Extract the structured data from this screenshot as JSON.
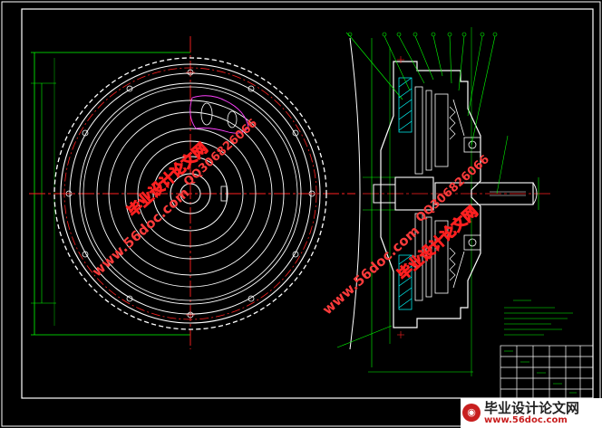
{
  "watermark": {
    "url": "www.56doc.com",
    "qq": "QQ306826066",
    "site_name": "毕业设计论文网"
  },
  "footer": {
    "site_name": "毕业设计论文网",
    "url": "www.56doc.com"
  },
  "colors": {
    "background": "#000000",
    "frame": "#ffffff",
    "outline": "#ffffff",
    "centerline": "#ff2020",
    "dimension": "#00ff00",
    "leader": "#00ff00",
    "magenta": "#ff40ff",
    "section": "#00ffff",
    "watermark_red": "#ff3b3b"
  }
}
